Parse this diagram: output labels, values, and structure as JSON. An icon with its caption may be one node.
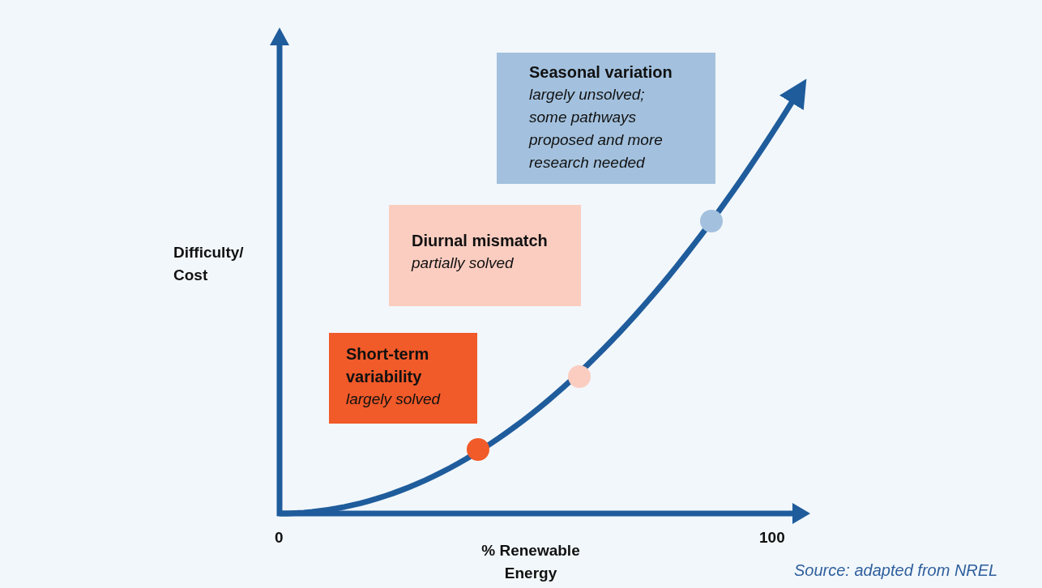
{
  "diagram": {
    "nodes": [
      {
        "text": [
          "Seasonal variation",
          "largely unsolved; some pathways proposed and more research needed"
        ]
      },
      {
        "text": [
          "Diurnal mismatch",
          "partially solved"
        ]
      },
      {
        "text": [
          "Short-term variability",
          "largely solved"
        ]
      }
    ],
    "labels": [
      "Difficulty/ Cost",
      "0",
      "100",
      "% Renewable Energy",
      "Source: adapted from NREL"
    ]
  }
}
